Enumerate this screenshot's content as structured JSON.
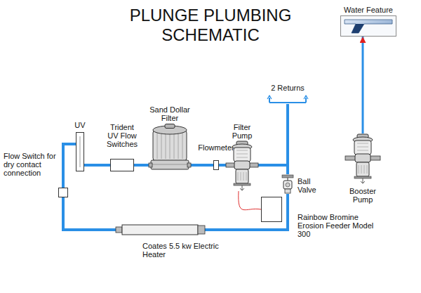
{
  "diagram": {
    "title": "PLUNGE PLUMBING SCHEMATIC",
    "nodes": [
      {
        "text": [
          "Water Feature"
        ]
      },
      {
        "text": [
          "2 Returns"
        ]
      },
      {
        "text": [
          "UV"
        ]
      },
      {
        "text": [
          "Trident UV Flow Switches"
        ]
      },
      {
        "text": [
          "Sand Dollar Filter"
        ]
      },
      {
        "text": [
          "Flowmeter"
        ]
      },
      {
        "text": [
          "Filter Pump"
        ]
      },
      {
        "text": [
          "Ball Valve"
        ]
      },
      {
        "text": [
          "Booster Pump"
        ]
      },
      {
        "text": [
          "Flow Switch for dry contact connection"
        ]
      },
      {
        "text": [
          "Rainbow Bromine Erosion Feeder Model 300"
        ]
      },
      {
        "text": [
          "Coates 5.5 kw Electric Heater"
        ]
      }
    ],
    "edges": [
      {
        "from": 9,
        "to": 2,
        "arrow": "none"
      },
      {
        "from": 2,
        "to": 3,
        "arrow": "none"
      },
      {
        "from": 3,
        "to": 4,
        "arrow": "none"
      },
      {
        "from": 4,
        "to": 5,
        "arrow": "none"
      },
      {
        "from": 5,
        "to": 6,
        "arrow": "none"
      },
      {
        "from": 6,
        "to": 1,
        "arrow": "none"
      },
      {
        "from": 6,
        "to": 7,
        "arrow": "none"
      },
      {
        "from": 7,
        "to": 11,
        "arrow": "none"
      },
      {
        "from": 11,
        "to": 9,
        "arrow": "none"
      },
      {
        "from": 6,
        "to": 10,
        "arrow": "none"
      },
      {
        "from": 8,
        "to": 0,
        "arrow": "to"
      }
    ]
  }
}
